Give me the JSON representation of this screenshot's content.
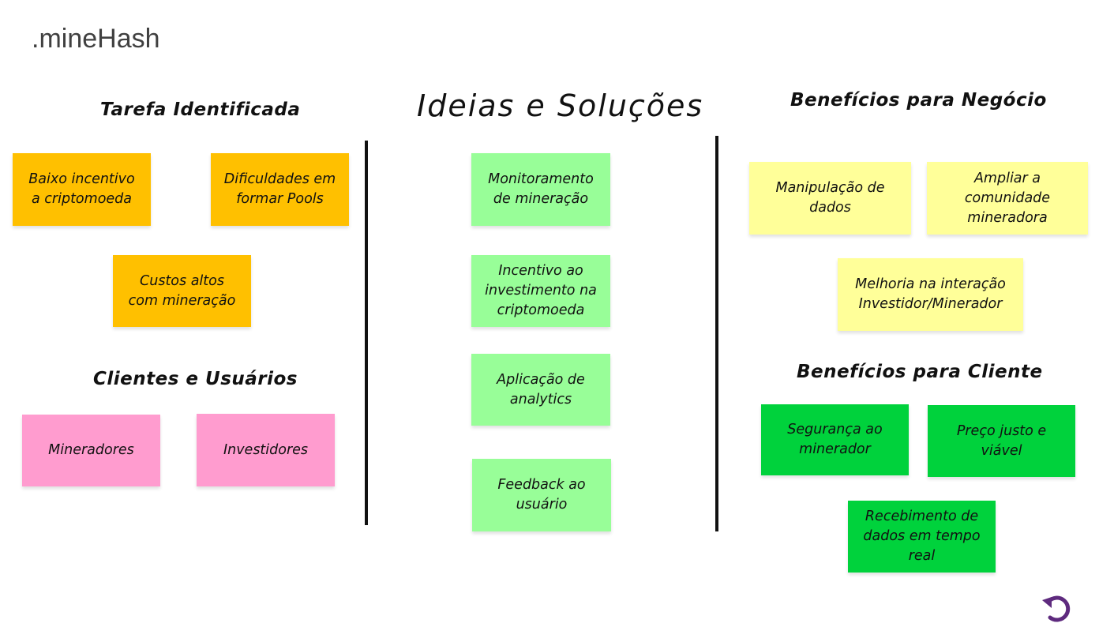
{
  "brand": ".mineHash",
  "colors": {
    "orange": "#ffc000",
    "pink": "#ff9ccf",
    "light_green": "#98fe98",
    "yellow": "#ffff99",
    "dark_green": "#00d23c",
    "undo_icon": "#5e2a7e"
  },
  "sections": {
    "tarefa": {
      "title": "Tarefa Identificada",
      "notes": [
        "Baixo incentivo\na criptomoeda",
        "Dificuldades em\nformar Pools",
        "Custos altos\ncom mineração"
      ]
    },
    "clientes": {
      "title": "Clientes e Usuários",
      "notes": [
        "Mineradores",
        "Investidores"
      ]
    },
    "ideias": {
      "title": "Ideias e Soluções",
      "notes": [
        "Monitoramento\nde mineração",
        "Incentivo ao\ninvestimento na\ncriptomoeda",
        "Aplicação de\nanalytics",
        "Feedback ao\nusuário"
      ]
    },
    "negocio": {
      "title": "Benefícios para Negócio",
      "notes": [
        "Manipulação de\ndados",
        "Ampliar a\ncomunidade\nmineradora",
        "Melhoria na interação\nInvestidor/Minerador"
      ]
    },
    "cliente": {
      "title": "Benefícios para Cliente",
      "notes": [
        "Segurança ao\nminerador",
        "Preço justo e\nviável",
        "Recebimento de\ndados em tempo\nreal"
      ]
    }
  },
  "icons": {
    "undo": "undo-arrow-icon"
  }
}
